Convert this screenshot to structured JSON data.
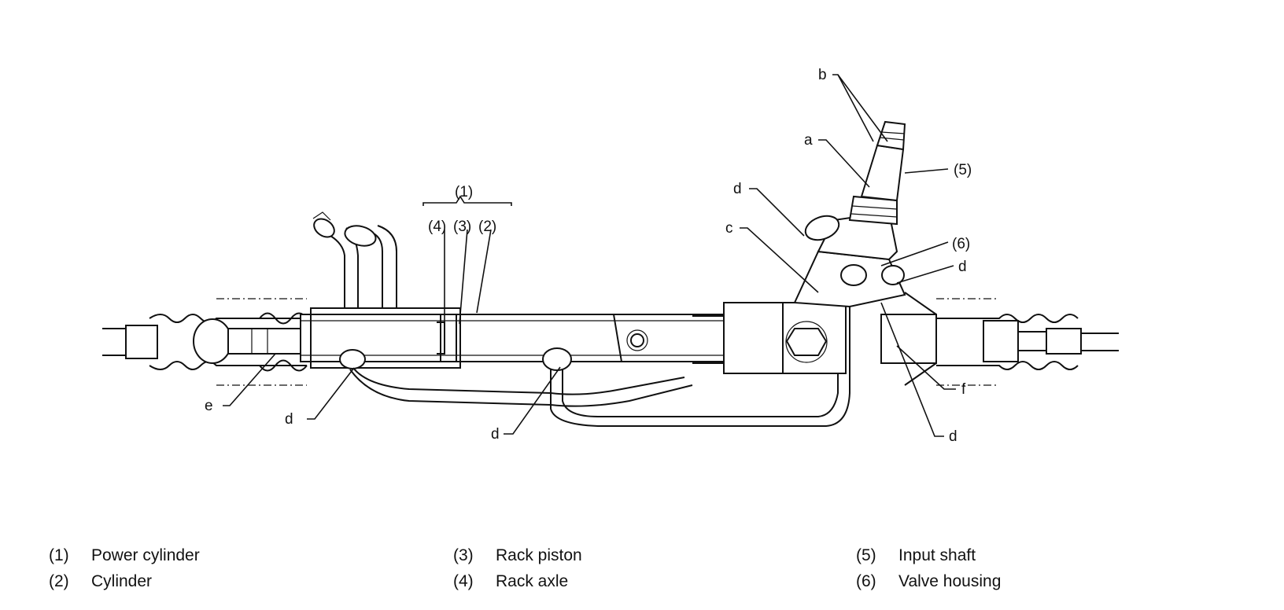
{
  "diagram": {
    "labels": {
      "a": "a",
      "b": "b",
      "c": "c",
      "d": "d",
      "e": "e",
      "f": "f",
      "n1": "(1)",
      "n2": "(2)",
      "n3": "(3)",
      "n4": "(4)",
      "n5": "(5)",
      "n6": "(6)"
    }
  },
  "legend": {
    "items": [
      {
        "num": "(1)",
        "text": "Power cylinder"
      },
      {
        "num": "(2)",
        "text": "Cylinder"
      },
      {
        "num": "(3)",
        "text": "Rack piston"
      },
      {
        "num": "(4)",
        "text": "Rack axle"
      },
      {
        "num": "(5)",
        "text": "Input shaft"
      },
      {
        "num": "(6)",
        "text": "Valve housing"
      }
    ]
  }
}
